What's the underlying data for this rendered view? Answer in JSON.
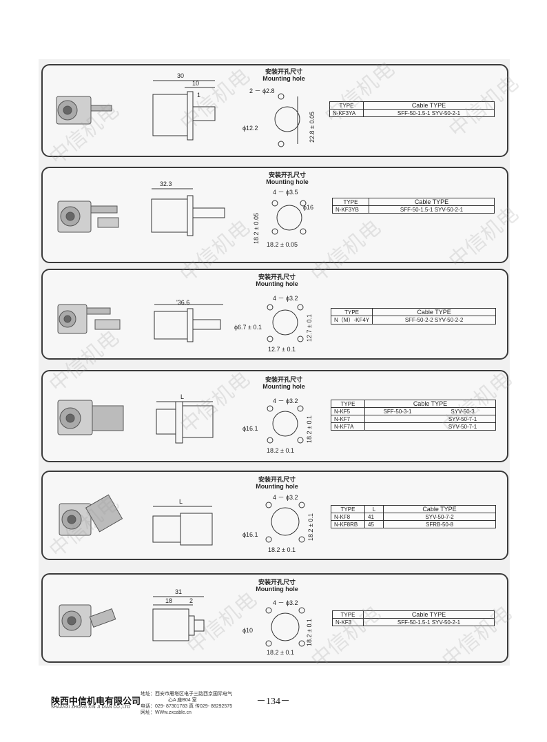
{
  "mounting_hole_cn": "安装开孔尺寸",
  "mounting_hole_en": "Mounting  hole",
  "watermark": "中信机电",
  "panels": [
    {
      "dims": {
        "a": "30",
        "b": "10",
        "c": "1",
        "holes": "2 － ϕ2.8",
        "dia": "ϕ12.2",
        "v": "22.8 ± 0.05"
      },
      "table": {
        "type_header": "TYPE",
        "cable_header": "Cable TYPE",
        "rows": [
          {
            "type": "N-KF3YA",
            "cable": "SFF-50-1.5-1  SYV-50-2-1"
          }
        ]
      }
    },
    {
      "dims": {
        "a": "32.3",
        "holes": "4 － ϕ3.5",
        "dia": "ϕ16",
        "v": "18.2 ± 0.05",
        "h": "18.2 ± 0.05"
      },
      "table": {
        "type_header": "TYPE",
        "cable_header": "Cable TYPE",
        "rows": [
          {
            "type": "N-KF3YB",
            "cable": "SFF-50-1.5-1  SYV-50-2-1"
          }
        ]
      }
    },
    {
      "dims": {
        "a": "'36.6",
        "holes": "4 － ϕ3.2",
        "dia": "ϕ6.7 ± 0.1",
        "v": "12.7 ± 0.1",
        "h": "12.7 ± 0.1"
      },
      "table": {
        "type_header": "TYPE",
        "cable_header": "Cable TYPE",
        "rows": [
          {
            "type": "N（M）-KF4Y",
            "cable": "SFF-50-2-2      SYV-50-2-2"
          }
        ]
      }
    },
    {
      "dims": {
        "a": "L",
        "holes": "4 － ϕ3.2",
        "dia": "ϕ16.1",
        "v": "18.2 ± 0.1",
        "h": "18.2 ± 0.1"
      },
      "table": {
        "type_header": "TYPE",
        "cable_header": "Cable TYPE",
        "rows": [
          {
            "type": "N-KF5",
            "cable_a": "SFF-50-3-1",
            "cable_b": "SYV-50-3"
          },
          {
            "type": "N-KF7",
            "cable_a": "",
            "cable_b": "SYV-50-7-1"
          },
          {
            "type": "N-KF7A",
            "cable_a": "",
            "cable_b": "SYV-50-7-1"
          }
        ]
      }
    },
    {
      "dims": {
        "a": "L",
        "holes": "4 － ϕ3.2",
        "dia": "ϕ16.1",
        "v": "18.2 ± 0.1",
        "h": "18.2 ± 0.1"
      },
      "table": {
        "type_header": "TYPE",
        "l_header": "L",
        "cable_header": "Cable TYPE",
        "rows": [
          {
            "type": "N-KF8",
            "l": "41",
            "cable": "SYV-50-7-2"
          },
          {
            "type": "N-KF8RB",
            "l": "45",
            "cable": "SFRB-50-8"
          }
        ]
      }
    },
    {
      "dims": {
        "a": "31",
        "b": "18",
        "c": "2",
        "holes": "4 － ϕ3.2",
        "dia": "ϕ10",
        "v": "18.2 ± 0.1",
        "h": "18.2 ± 0.1"
      },
      "table": {
        "type_header": "TYPE",
        "cable_header": "Cable TYPE",
        "rows": [
          {
            "type": "N-KF3",
            "cable": "SFF-50-1.5-1  SYV-50-2-1"
          }
        ]
      }
    }
  ],
  "footer": {
    "company_cn": "陕西中信机电有限公司",
    "company_en": "SHAANXI ZHONG XIN JI DIAN CO.,LTD",
    "address_1": "地址：西安市雁塔区电子三路西京国际电气",
    "address_2": "心A 座B04 室",
    "phone": "电话：029- 87301783      真  传029- 88292575",
    "website": "网址：WWw.zxcable.cn",
    "page_number": "－134－"
  }
}
